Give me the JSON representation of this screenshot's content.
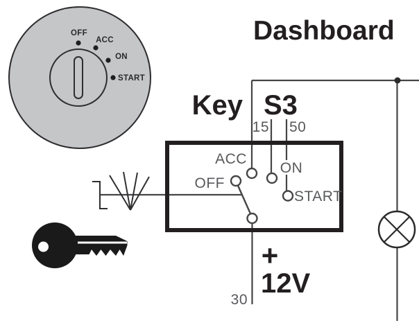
{
  "diagram_title": "Dashboard",
  "ignition_bezel": {
    "pos_off": "OFF",
    "pos_acc": "ACC",
    "pos_on": "ON",
    "pos_start": "START"
  },
  "switch_box": {
    "key_label": "Key",
    "designator": "S3",
    "terminal_15": "15",
    "terminal_50": "50",
    "terminal_30": "30",
    "pos_off": "OFF",
    "pos_acc": "ACC",
    "pos_on": "ON",
    "pos_start": "START"
  },
  "supply": {
    "polarity": "+",
    "voltage": "12V"
  },
  "colors": {
    "wire": "#454547",
    "ink": "#231f20",
    "label_gray": "#58595b",
    "bezel_gray": "#c5c6c8",
    "background": "#ffffff"
  }
}
